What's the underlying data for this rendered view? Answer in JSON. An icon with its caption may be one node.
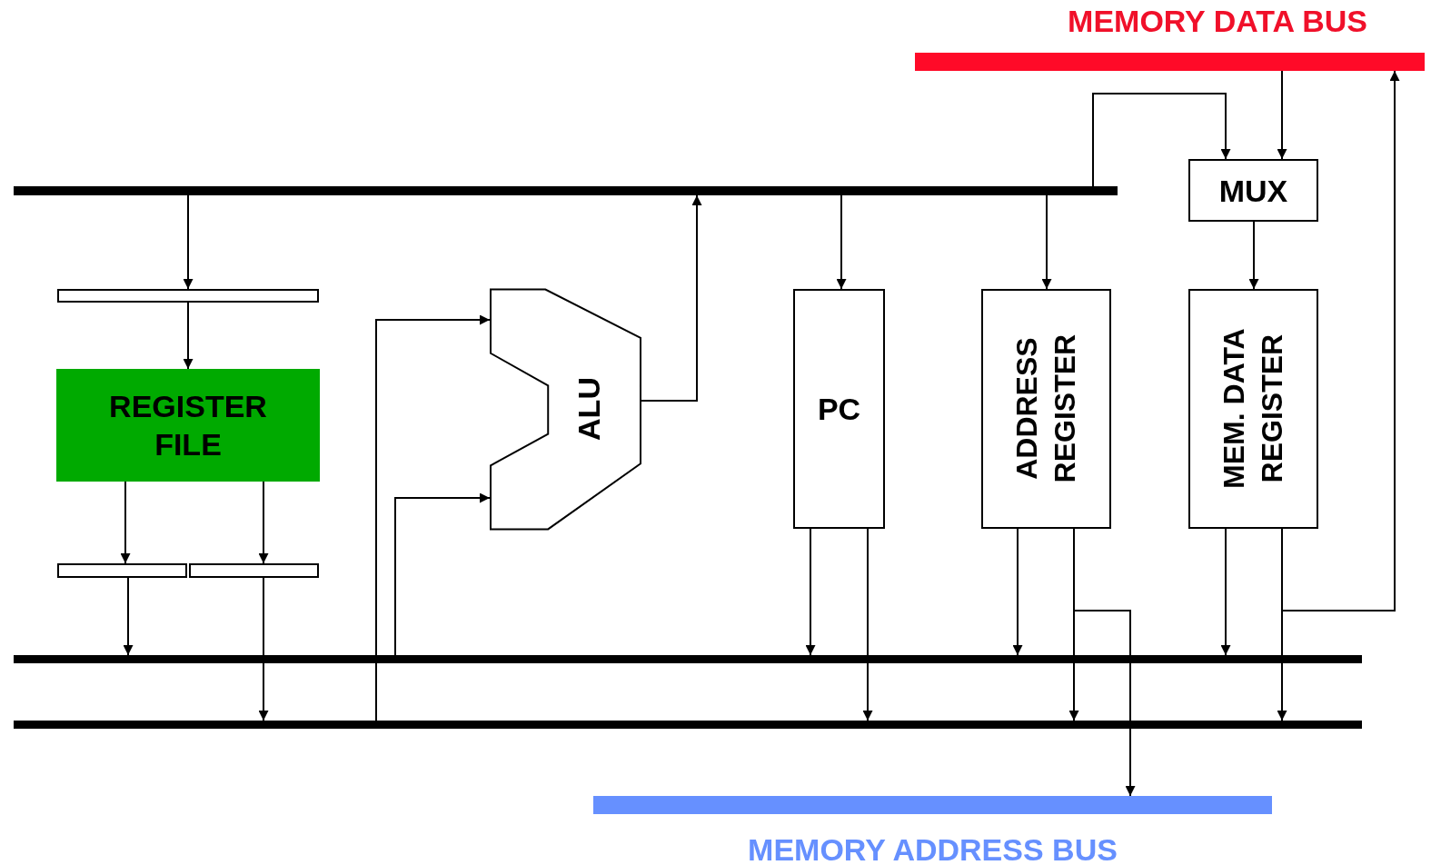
{
  "diagram": {
    "nodes": [
      {
        "text": [
          "MEMORY DATA BUS"
        ]
      },
      {
        "text": [],
        "shape": "bar"
      },
      {
        "text": [],
        "shape": "box"
      },
      {
        "text": [
          "REGISTER FILE"
        ]
      },
      {
        "text": [],
        "shape": "box"
      },
      {
        "text": [],
        "shape": "box"
      },
      {
        "text": [
          "ALU"
        ]
      },
      {
        "text": [
          "PC"
        ]
      },
      {
        "text": [
          "ADDRESS REGISTER"
        ]
      },
      {
        "text": [
          "MUX"
        ]
      },
      {
        "text": [
          "MEM. DATA REGISTER"
        ]
      },
      {
        "text": [],
        "shape": "bar"
      },
      {
        "text": [],
        "shape": "bar"
      },
      {
        "text": [
          "MEMORY ADDRESS BUS"
        ]
      }
    ],
    "edges": [
      {
        "from": 1,
        "to": 2,
        "arrow": "to"
      },
      {
        "from": 2,
        "to": 3,
        "arrow": "to"
      },
      {
        "from": 3,
        "to": 4,
        "arrow": "to"
      },
      {
        "from": 3,
        "to": 5,
        "arrow": "to"
      },
      {
        "from": 4,
        "to": 11,
        "arrow": "to"
      },
      {
        "from": 5,
        "to": 12,
        "arrow": "to"
      },
      {
        "from": 12,
        "to": 6,
        "arrow": "to"
      },
      {
        "from": 11,
        "to": 6,
        "arrow": "to"
      },
      {
        "from": 6,
        "to": 1,
        "arrow": "to"
      },
      {
        "from": 1,
        "to": 7,
        "arrow": "to"
      },
      {
        "from": 1,
        "to": 8,
        "arrow": "to"
      },
      {
        "from": 1,
        "to": 9,
        "arrow": "to"
      },
      {
        "from": 0,
        "to": 9,
        "arrow": "to"
      },
      {
        "from": 9,
        "to": 10,
        "arrow": "to"
      },
      {
        "from": 7,
        "to": 11,
        "arrow": "to"
      },
      {
        "from": 7,
        "to": 12,
        "arrow": "to"
      },
      {
        "from": 8,
        "to": 11,
        "arrow": "to"
      },
      {
        "from": 8,
        "to": 12,
        "arrow": "to"
      },
      {
        "from": 8,
        "to": 13,
        "arrow": "to"
      },
      {
        "from": 10,
        "to": 11,
        "arrow": "to"
      },
      {
        "from": 10,
        "to": 12,
        "arrow": "to"
      },
      {
        "from": 10,
        "to": 0,
        "arrow": "to"
      }
    ]
  }
}
